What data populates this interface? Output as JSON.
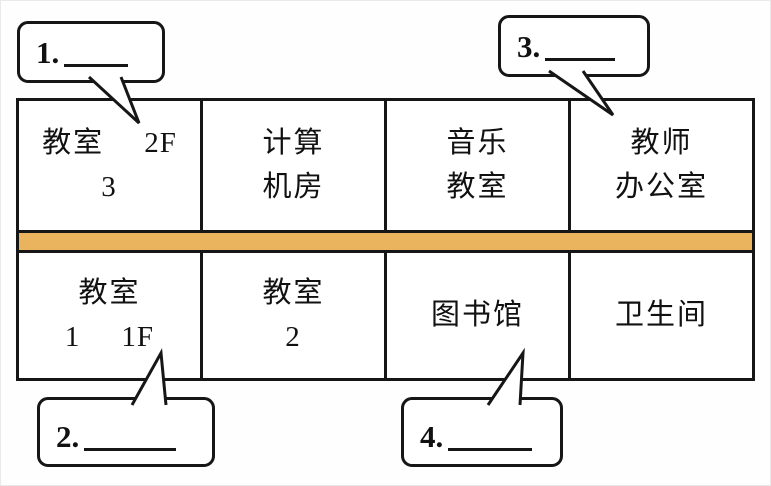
{
  "callouts": {
    "c1": {
      "number": "1."
    },
    "c2": {
      "number": "2."
    },
    "c3": {
      "number": "3."
    },
    "c4": {
      "number": "4."
    }
  },
  "floors": {
    "upper_label": "2F",
    "lower_label": "1F"
  },
  "rooms": {
    "top": [
      {
        "name": "教室3",
        "line1": "教室",
        "line2": "3"
      },
      {
        "name": "计算机房",
        "line1": "计算",
        "line2": "机房"
      },
      {
        "name": "音乐教室",
        "line1": "音乐",
        "line2": "教室"
      },
      {
        "name": "教师办公室",
        "line1": "教师",
        "line2": "办公室"
      }
    ],
    "bottom": [
      {
        "name": "教室1",
        "line1": "教室",
        "line2": "1"
      },
      {
        "name": "教室2",
        "line1": "教室",
        "line2": "2"
      },
      {
        "name": "图书馆",
        "line1": "图书馆"
      },
      {
        "name": "卫生间",
        "line1": "卫生间"
      }
    ]
  },
  "colors": {
    "floor_band": "#eab45e",
    "border": "#161616"
  }
}
